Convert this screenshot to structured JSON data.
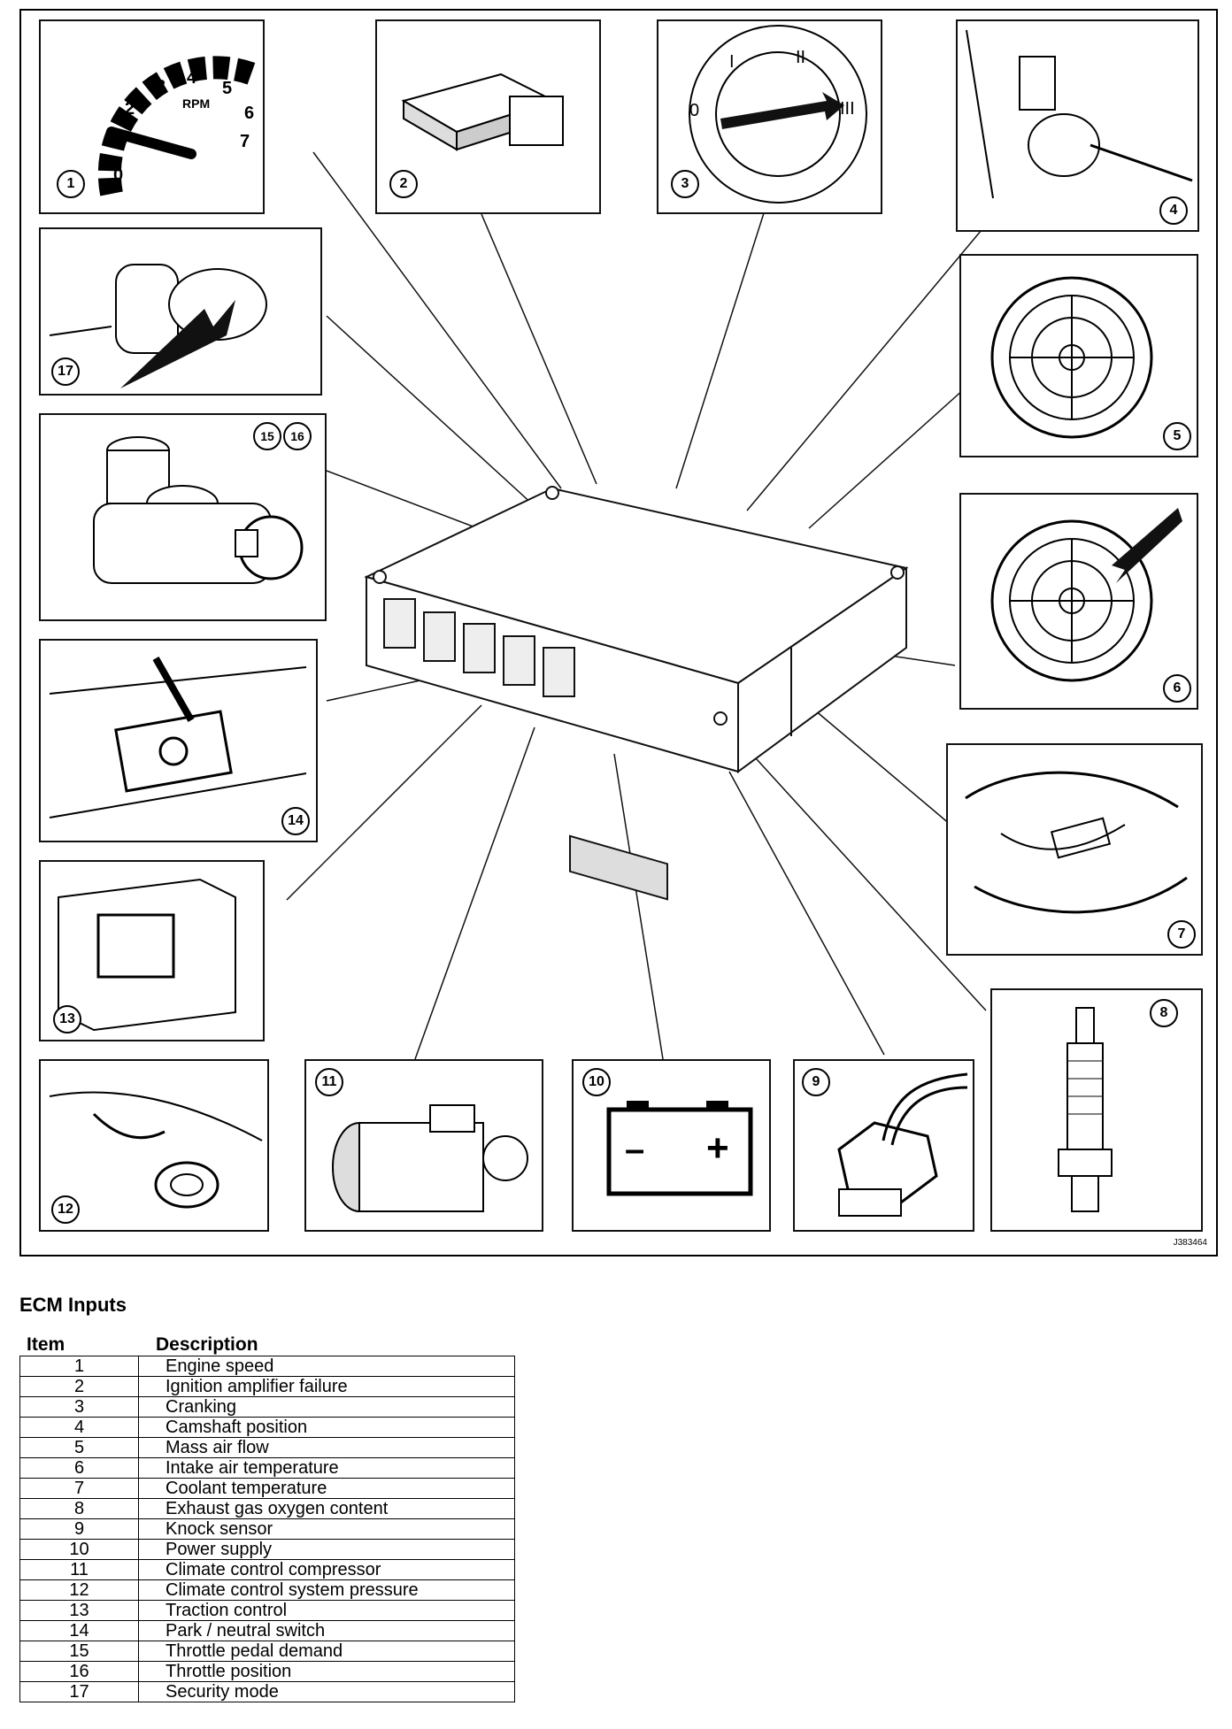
{
  "figure": {
    "reference": "J383464",
    "rpm_gauge": {
      "unit": "RPM",
      "ticks": [
        "0",
        "1",
        "2",
        "3",
        "4",
        "5",
        "6",
        "7"
      ]
    },
    "panels": [
      {
        "id": "p1",
        "number": "1"
      },
      {
        "id": "p2",
        "number": "2"
      },
      {
        "id": "p3",
        "number": "3",
        "switch_labels": [
          "0",
          "I",
          "II",
          "III"
        ]
      },
      {
        "id": "p4",
        "number": "4"
      },
      {
        "id": "p5",
        "number": "5"
      },
      {
        "id": "p6",
        "number": "6"
      },
      {
        "id": "p7",
        "number": "7"
      },
      {
        "id": "p8",
        "number": "8"
      },
      {
        "id": "p9",
        "number": "9"
      },
      {
        "id": "p10",
        "number": "10",
        "battery_labels": [
          "–",
          "+"
        ]
      },
      {
        "id": "p11",
        "number": "11"
      },
      {
        "id": "p12",
        "number": "12"
      },
      {
        "id": "p13",
        "number": "13"
      },
      {
        "id": "p14",
        "number": "14"
      },
      {
        "id": "p1516",
        "numbers": [
          "15",
          "16"
        ]
      },
      {
        "id": "p17",
        "number": "17"
      }
    ]
  },
  "section_title": "ECM Inputs",
  "table": {
    "headers": {
      "item": "Item",
      "description": "Description"
    },
    "rows": [
      {
        "item": "1",
        "description": "Engine speed"
      },
      {
        "item": "2",
        "description": "Ignition amplifier failure"
      },
      {
        "item": "3",
        "description": "Cranking"
      },
      {
        "item": "4",
        "description": "Camshaft position"
      },
      {
        "item": "5",
        "description": "Mass air flow"
      },
      {
        "item": "6",
        "description": "Intake air temperature"
      },
      {
        "item": "7",
        "description": "Coolant temperature"
      },
      {
        "item": "8",
        "description": "Exhaust gas oxygen content"
      },
      {
        "item": "9",
        "description": "Knock sensor"
      },
      {
        "item": "10",
        "description": "Power supply"
      },
      {
        "item": "11",
        "description": "Climate control compressor"
      },
      {
        "item": "12",
        "description": "Climate control system pressure"
      },
      {
        "item": "13",
        "description": "Traction control"
      },
      {
        "item": "14",
        "description": "Park / neutral switch"
      },
      {
        "item": "15",
        "description": "Throttle pedal demand"
      },
      {
        "item": "16",
        "description": "Throttle position"
      },
      {
        "item": "17",
        "description": "Security mode"
      }
    ]
  }
}
